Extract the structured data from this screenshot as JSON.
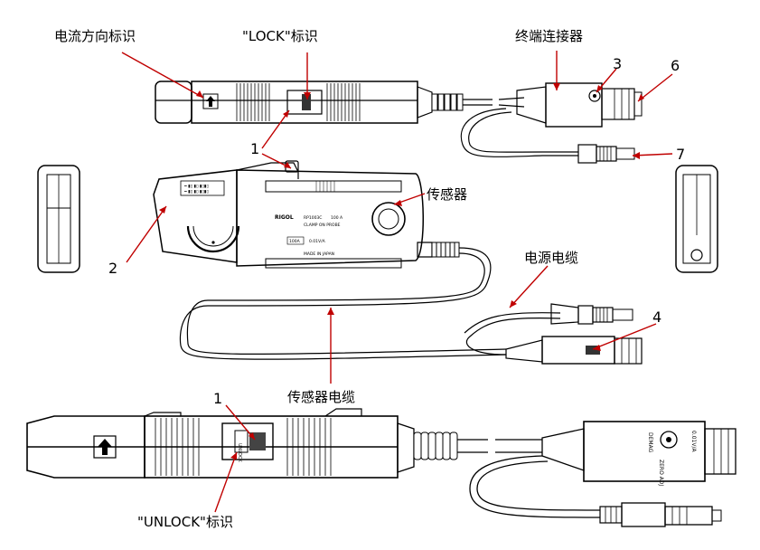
{
  "labels": {
    "current_direction": "电流方向标识",
    "lock_mark": "\"LOCK\"标识",
    "terminal_connector": "终端连接器",
    "sensor": "传感器",
    "power_cable": "电源电缆",
    "sensor_cable": "传感器电缆",
    "unlock_mark": "\"UNLOCK\"标识"
  },
  "callouts": {
    "n1_top": "1",
    "n1_bottom": "1",
    "n2": "2",
    "n3": "3",
    "n4": "4",
    "n6": "6",
    "n7": "7"
  },
  "probe_text": {
    "brand": "RIGOL",
    "model": "RP1003C",
    "model_suffix": "100 A",
    "type": "CLAMP ON PROBE",
    "range": "100A",
    "ratio": "0.01V/A",
    "made_in": "MADE IN JAPAN"
  },
  "connector_text": {
    "demag": "DEMAG",
    "zero_adj": "ZERO ADJ",
    "ratio": "0.01V/A",
    "unlock": "UNLOCK",
    "lock": "LOCK"
  },
  "colors": {
    "outline": "#000000",
    "arrow": "#c00000",
    "body_fill": "#ffffff",
    "gray_band": "#d8d8d8"
  }
}
